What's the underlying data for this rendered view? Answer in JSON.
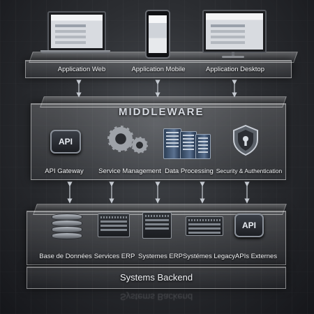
{
  "clients": {
    "web": "Application Web",
    "mobile": "Application Mobile",
    "desktop": "Application Desktop"
  },
  "middleware": {
    "title": "MIDDLEWARE",
    "api_chip": "API",
    "items": [
      "API Gateway",
      "Service Management",
      "Data Processing",
      "Security & Authentication"
    ]
  },
  "backend": {
    "title": "Systems Backend",
    "api_chip": "API",
    "items": [
      "Base de Données",
      "Services ERP",
      "Systemes ERP",
      "Systémes Legacy",
      "APIs Externes"
    ]
  },
  "colors": {
    "accent": "#d7dbe2",
    "glass": "#ffffff",
    "background": "#2c2e32"
  }
}
